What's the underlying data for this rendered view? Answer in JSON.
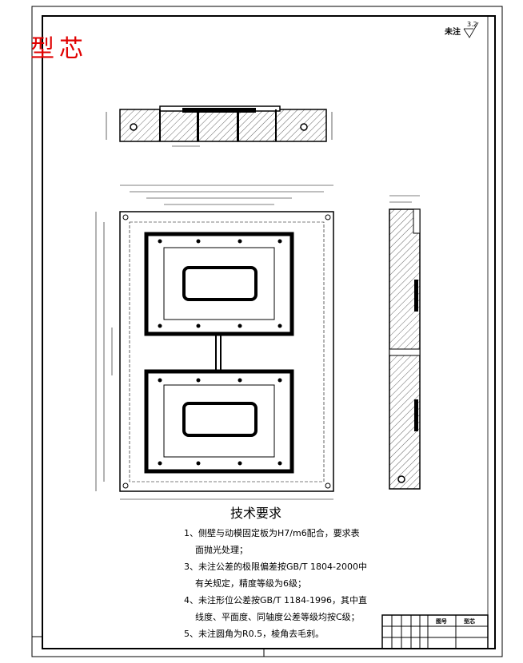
{
  "drawing": {
    "part_name": "型芯",
    "roughness_note": "未注",
    "roughness_value": "3.2",
    "requirements_title": "技术要求",
    "requirements": [
      {
        "line1": "1、侧壁与动模固定板为H7/m6配合，要求表",
        "line2": "面抛光处理；"
      },
      {
        "line1": "3、未注公差的极限偏差按GB/T 1804-2000中",
        "line2": "有关规定，精度等级为6级；"
      },
      {
        "line1": "4、未注形位公差按GB/T 1184-1996，其中直",
        "line2": "线度、平面度、同轴度公差等级均按C级；"
      },
      {
        "line1": "5、未注圆角为R0.5，棱角去毛刺。",
        "line2": ""
      }
    ],
    "title_block": {
      "cell_a": "图号",
      "cell_b": "型芯"
    },
    "colors": {
      "title": "#e00000",
      "lines": "#000000"
    }
  }
}
